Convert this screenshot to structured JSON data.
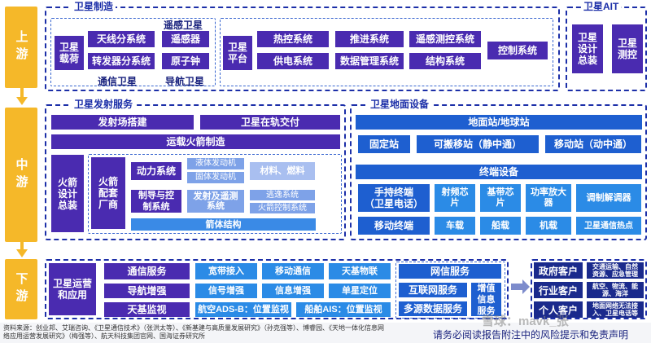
{
  "stages": {
    "upstream": "上游",
    "midstream": "中游",
    "downstream": "下游"
  },
  "upstream": {
    "manufacturing_title": "卫星制造",
    "payload": "卫星\n载荷",
    "antenna": "天线分系统",
    "transponder": "转发器分系统",
    "remote_sensing_sat": "遥感卫星",
    "remote_sensor": "遥感器",
    "atomic_clock": "原子钟",
    "comm_sat": "通信卫星",
    "nav_sat": "导航卫星",
    "platform": "卫星\n平台",
    "thermal": "热控系统",
    "power": "供电系统",
    "propulsion": "推进系统",
    "data_mgmt": "数据管理系统",
    "telemetry": "遥感测控系统",
    "structure": "结构系统",
    "control": "控制系统",
    "ait_title": "卫星AIT",
    "design": "卫星\n设计\n总装",
    "testing": "卫星\n测控"
  },
  "midstream": {
    "launch_title": "卫星发射服务",
    "launch_site": "发射场搭建",
    "orbit_delivery": "卫星在轨交付",
    "rocket_mfg": "运载火箭制造",
    "rocket_design": "火箭\n设计\n总装",
    "rocket_parts": "火箭\n配套\n厂商",
    "power_sys": "动力系统",
    "liquid_engine": "液体发动机",
    "solid_engine": "固体发动机",
    "materials": "材料、燃料",
    "control_sys": "制导与控\n制系统",
    "launch_telemetry": "发射及遥测\n系统",
    "escape": "逃逸系统",
    "rocket_control": "火箭控制系统",
    "body": "箭体结构",
    "ground_title": "卫星地面设备",
    "ground_station": "地面站/地球站",
    "fixed": "固定站",
    "portable": "可搬移站（静中通）",
    "mobile": "移动站（动中通）",
    "terminal": "终端设备",
    "handheld": "手持终端\n（卫星电话）",
    "rf_chip": "射频芯\n片",
    "bb_chip": "基带芯\n片",
    "amp": "功率放大\n器",
    "modem": "调制解调器",
    "mobile_terminal": "移动终端",
    "vehicle": "车载",
    "ship": "船载",
    "aircraft": "机载",
    "hotspot": "卫星通信热点"
  },
  "downstream": {
    "ops": "卫星运营\n和应用",
    "comm_service": "通信服务",
    "broadband": "宽带接入",
    "mobile_comm": "移动通信",
    "tiantong": "天基物联",
    "nav_enh": "导航增强",
    "signal_enh": "信号增强",
    "info_enh": "信息增强",
    "single_point": "单星定位",
    "space_monitor": "天基监视",
    "ads_b": "航空ADS-B：位置监视",
    "ship_ais": "船舶AIS：位置监视",
    "network_service": "网信服务",
    "internet": "互联网服务",
    "multi_source": "多源数据服务",
    "value_add": "增值\n信息\n服务",
    "gov_client": "政府客户",
    "industry_client": "行业客户",
    "personal_client": "个人客户",
    "gov_detail": "交通运输、自然\n资源、应急管理",
    "industry_detail": "航空、物流、能\n源、海洋",
    "personal_detail": "地面网络无法接\n入、卫星电话等"
  },
  "footer": {
    "source": "资料来源：创业邦、艾瑞咨询、《卫星通信技术》（张洪太等）、《新基建与高质量发展研究》（孙克强等）、博睿园、《天地一体化信息网络应用运营发展研究》（梅强等）、航天科技集团官网、国海证券研究所",
    "disclaimer": "请务必阅读报告附注中的风险提示和免责声明",
    "watermark": "雪球：mavk_张"
  }
}
